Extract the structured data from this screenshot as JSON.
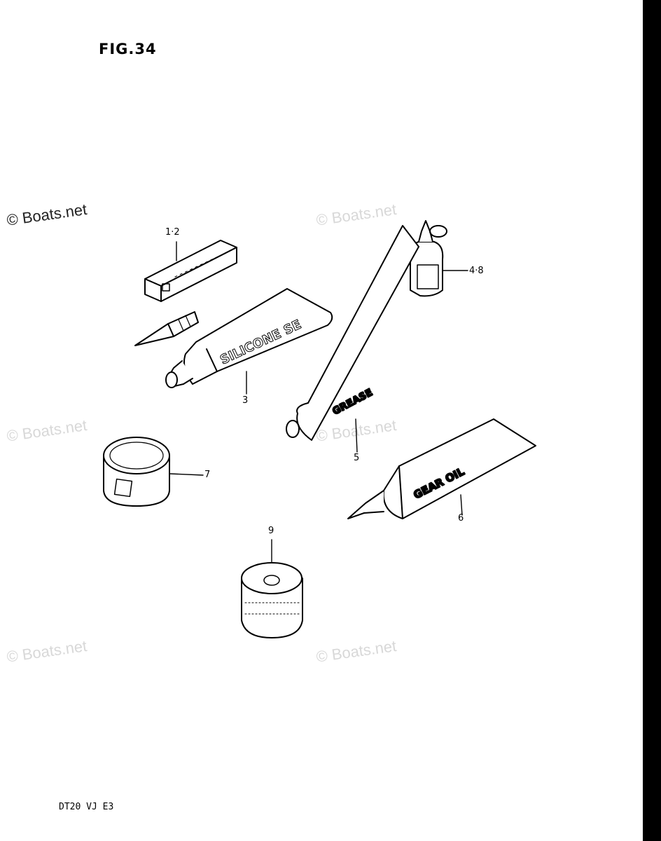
{
  "figure": {
    "title": "FIG.34",
    "model_code": "DT20 VJ E3"
  },
  "watermark": {
    "text": "© Boats.net"
  },
  "parts": [
    {
      "id": "bar-and-pencil",
      "callout": "1·2"
    },
    {
      "id": "silicone-tube",
      "callout": "3",
      "printed_label": "SILICONE SE"
    },
    {
      "id": "oil-bottle",
      "callout": "4·8"
    },
    {
      "id": "grease-tube",
      "callout": "5",
      "printed_label": "GREASE"
    },
    {
      "id": "gear-oil-tube",
      "callout": "6",
      "printed_label": "GEAR OIL"
    },
    {
      "id": "grease-tin",
      "callout": "7"
    },
    {
      "id": "small-tin",
      "callout": "9"
    }
  ],
  "colors": {
    "ink": "#000000",
    "watermark_light": "#d8d8d8",
    "watermark_dark": "#222222"
  }
}
